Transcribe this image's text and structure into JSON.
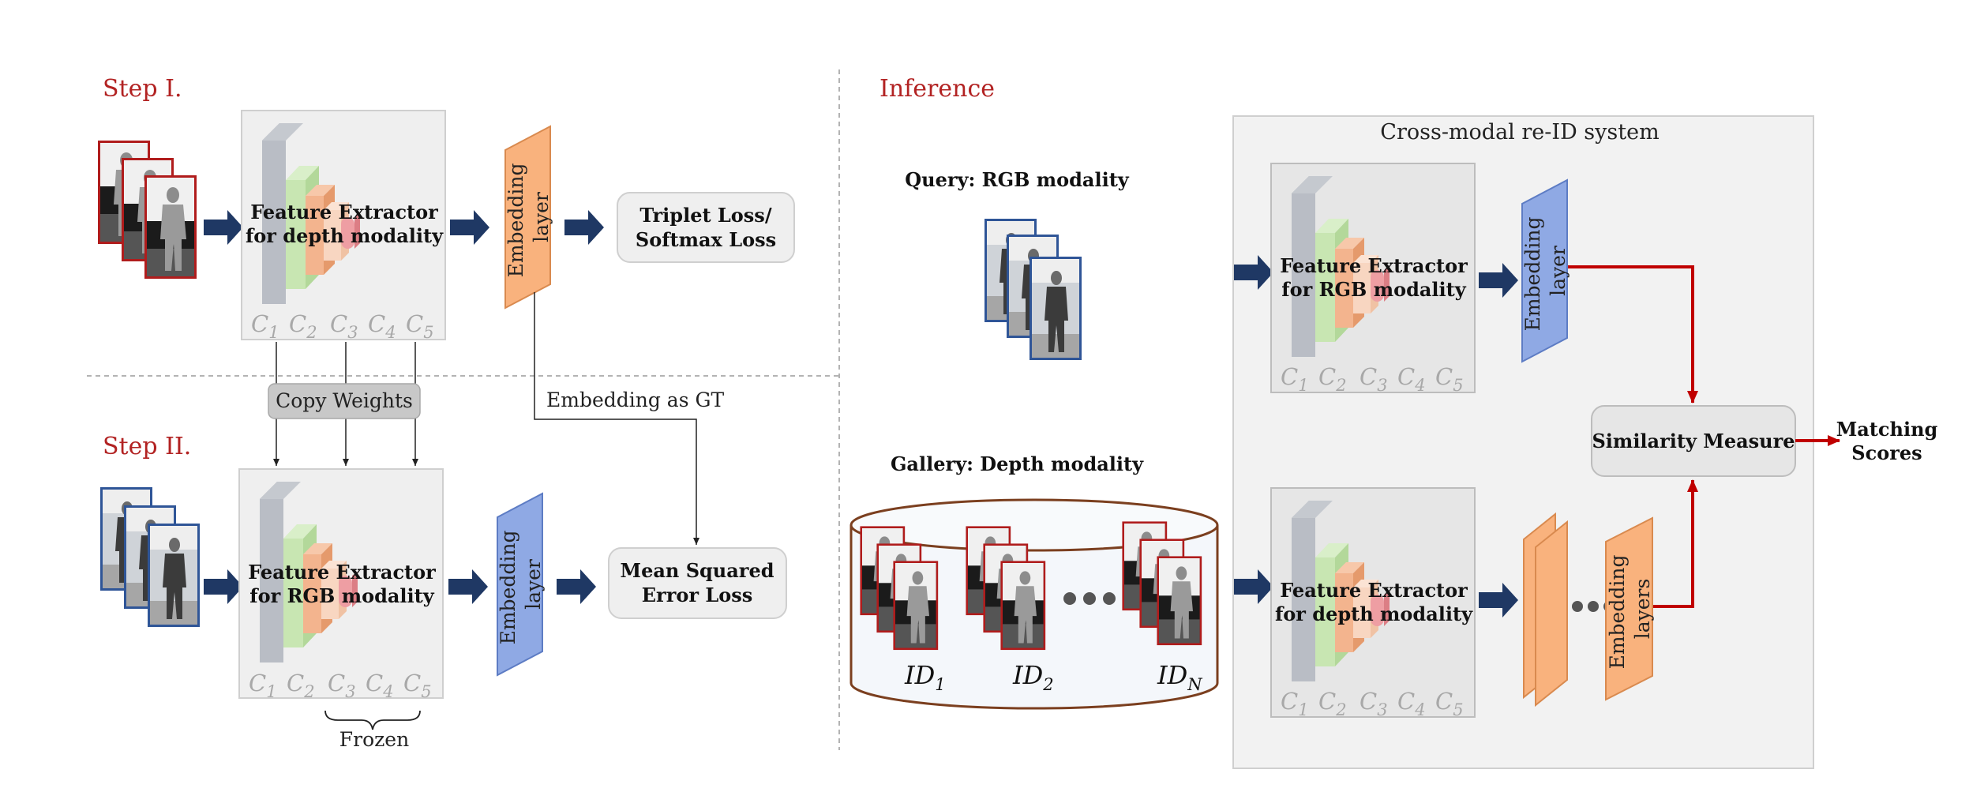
{
  "step1": {
    "title": "Step I.",
    "extractor_line1": "Feature Extractor",
    "extractor_line2": "for depth modality",
    "embedding_line1": "Embedding",
    "embedding_line2": "layer",
    "loss_line1": "Triplet Loss/",
    "loss_line2": "Softmax Loss"
  },
  "copy_weights": "Copy Weights",
  "embedding_as_gt": "Embedding as GT",
  "step2": {
    "title": "Step II.",
    "extractor_line1": "Feature Extractor",
    "extractor_line2": "for RGB modality",
    "embedding_line1": "Embedding",
    "embedding_line2": "layer",
    "loss_line1": "Mean Squared",
    "loss_line2": "Error Loss",
    "frozen": "Frozen"
  },
  "stage_labels": [
    "C",
    "C",
    "C",
    "C",
    "C"
  ],
  "stage_subs": [
    "1",
    "2",
    "3",
    "4",
    "5"
  ],
  "inference": {
    "title": "Inference",
    "query_label": "Query: RGB modality",
    "gallery_label": "Gallery: Depth modality",
    "id_main": "ID",
    "id_subs": [
      "1",
      "2",
      "N"
    ],
    "system_title": "Cross-modal re-ID system",
    "rgb_extractor_line1": "Feature Extractor",
    "rgb_extractor_line2": "for RGB modality",
    "rgb_embedding_line1": "Embedding",
    "rgb_embedding_line2": "layer",
    "depth_extractor_line1": "Feature Extractor",
    "depth_extractor_line2": "for depth modality",
    "depth_embedding_line1": "Embedding",
    "depth_embedding_line2": "layers",
    "similarity": "Similarity Measure",
    "matching_line1": "Matching",
    "matching_line2": "Scores"
  },
  "colors": {
    "title_red": "#b22222",
    "arrow_navy": "#1f3864",
    "arrow_red": "#c00000",
    "embedding_orange": "#f9b27d",
    "embedding_blue": "#8fa9e4",
    "depth_frame": "#b01c1c",
    "rgb_frame": "#2f5597",
    "gallery_brown": "#7b3f1f",
    "stage_gray": "#b9bdc5",
    "stage_green": "#c8e6b2",
    "stage_orange": "#f3b48e",
    "stage_peach": "#f8d6c1",
    "stage_pink": "#ee9ea3"
  },
  "icons": [
    "arrow-right-icon",
    "ellipsis-dots-icon",
    "brace-icon"
  ]
}
